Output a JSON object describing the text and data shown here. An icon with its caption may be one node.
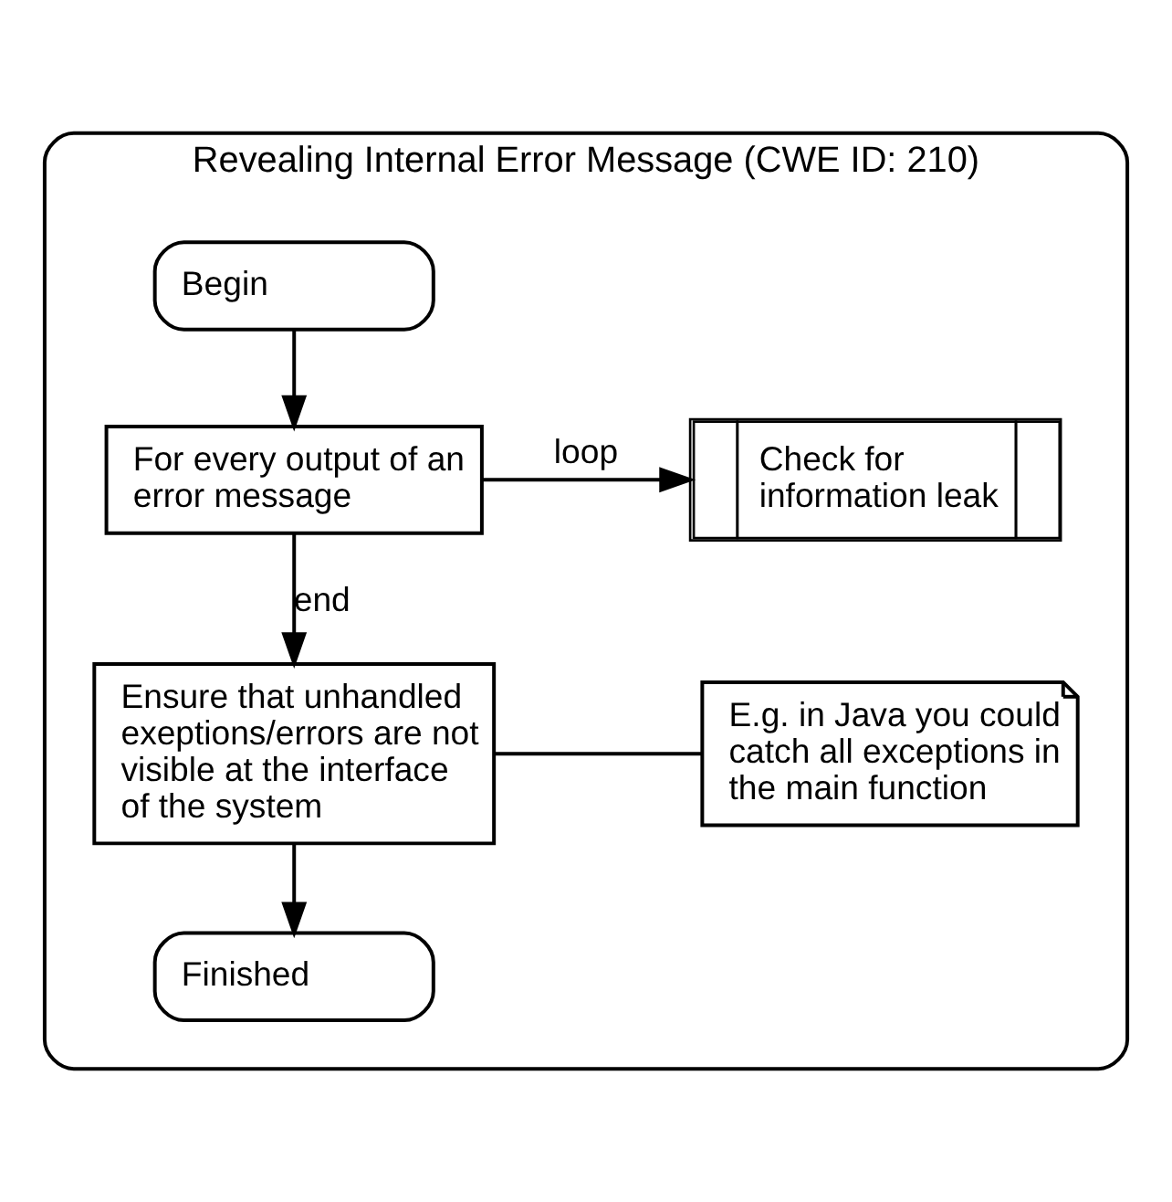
{
  "diagram": {
    "nodes": [
      {
        "text": [
          "Revealing Internal Error Message (CWE ID: 210)"
        ]
      },
      {
        "text": [
          "Begin"
        ],
        "in": 0
      },
      {
        "text": [
          "For every output of an error message"
        ],
        "in": 0
      },
      {
        "text": [
          "Check for information leak"
        ],
        "in": 0
      },
      {
        "text": [
          "Ensure that unhandled exeptions/errors are not visible at the interface of the system"
        ],
        "in": 0
      },
      {
        "text": [
          "E.g. in Java you could catch all exceptions in the main function"
        ],
        "in": 0
      },
      {
        "text": [
          "Finished"
        ],
        "in": 0
      }
    ],
    "edges": [
      {
        "from": 1,
        "to": 2,
        "arrow": "to"
      },
      {
        "from": 2,
        "to": 3,
        "arrow": "to",
        "label": "loop"
      },
      {
        "from": 2,
        "to": 4,
        "arrow": "to",
        "label": "end"
      },
      {
        "from": 4,
        "to": 5,
        "arrow": "none"
      },
      {
        "from": 4,
        "to": 6,
        "arrow": "to"
      }
    ]
  }
}
